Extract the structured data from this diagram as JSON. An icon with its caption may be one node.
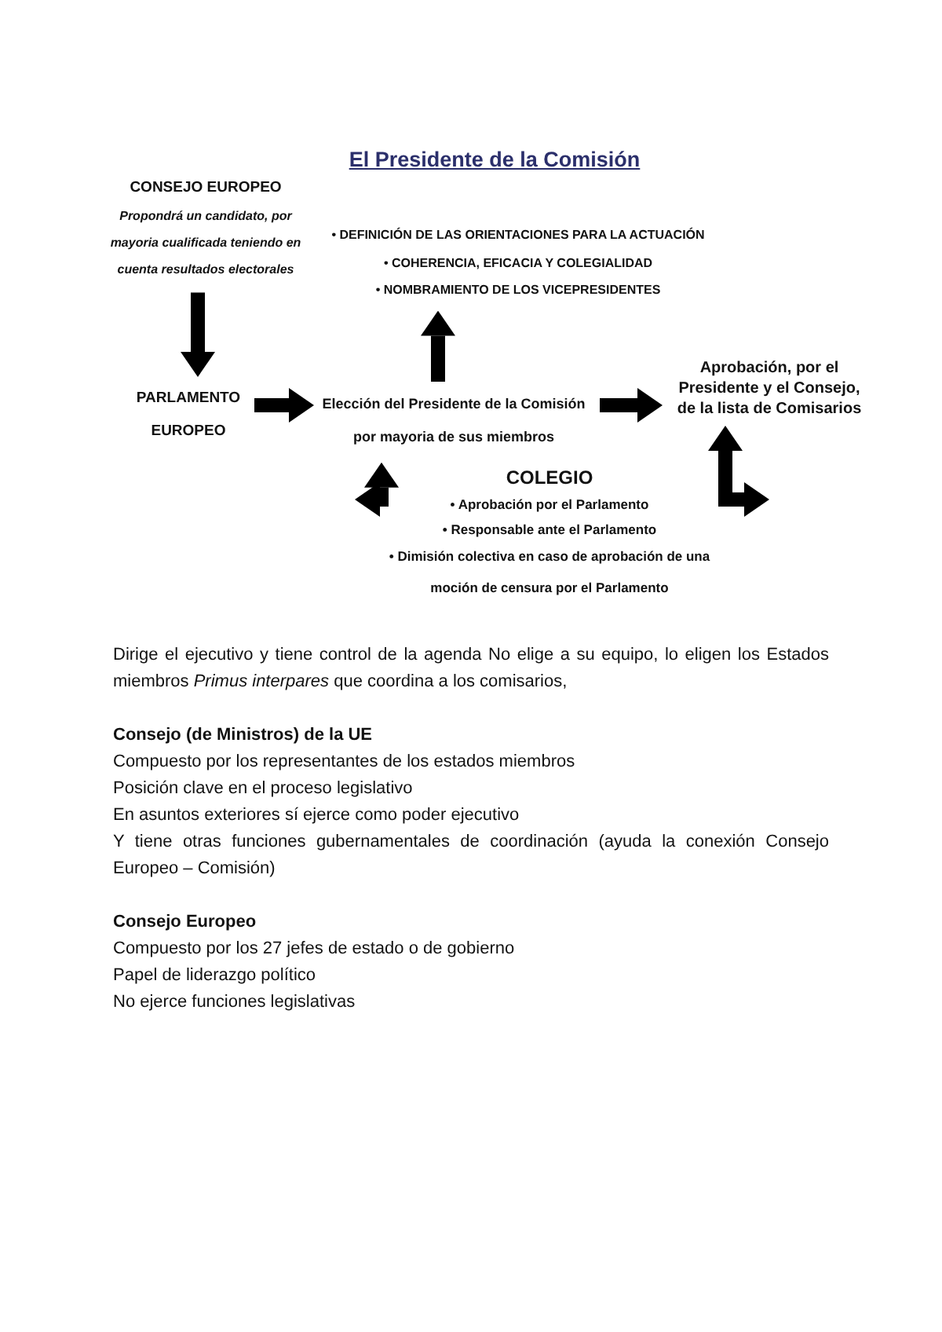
{
  "diagram": {
    "title": "El Presidente de la Comisión",
    "nodes": [
      {
        "text": [
          "CONSEJO EUROPEO",
          "Propondrá un candidato, por mayoria cualificada teniendo en cuenta resultados electorales"
        ]
      },
      {
        "text": [
          "PARLAMENTO EUROPEO"
        ]
      },
      {
        "text": [
          "Elección del Presidente de la Comisión por mayoria de sus miembros"
        ]
      },
      {
        "text": [
          "• DEFINICIÓN DE LAS ORIENTACIONES PARA LA ACTUACIÓN",
          "• COHERENCIA, EFICACIA Y COLEGIALIDAD",
          "• NOMBRAMIENTO DE LOS VICEPRESIDENTES"
        ]
      },
      {
        "text": [
          "Aprobación, por el Presidente y el Consejo, de la lista de Comisarios"
        ]
      },
      {
        "text": [
          "COLEGIO",
          "• Aprobación por el Parlamento",
          "• Responsable ante el Parlamento",
          "• Dimisión colectiva en caso de aprobación de una moción de censura por el Parlamento"
        ]
      }
    ],
    "edges": [
      {
        "from": 0,
        "to": 1,
        "arrow": "to"
      },
      {
        "from": 1,
        "to": 2,
        "arrow": "to"
      },
      {
        "from": 2,
        "to": 3,
        "arrow": "to"
      },
      {
        "from": 2,
        "to": 4,
        "arrow": "to"
      },
      {
        "from": 2,
        "to": 5,
        "arrow": "both"
      },
      {
        "from": 4,
        "to": 5,
        "arrow": "both"
      }
    ],
    "labels": [
      "Dirige el ejecutivo y tiene control de la agenda No elige a su equipo, lo eligen los Estados miembros *Primus interpares* que coordina a los comisarios,",
      "Consejo (de Ministros) de la UE",
      "Compuesto por los representantes de los estados miembros",
      "Posición clave en el proceso legislativo",
      "En asuntos exteriores sí ejerce como poder ejecutivo",
      "Y tiene otras funciones gubernamentales de coordinación (ayuda la conexión Consejo Europeo – Comisión)",
      "Consejo Europeo",
      "Compuesto por los 27 jefes de estado o de gobierno",
      "Papel de liderazgo político",
      "No ejerce funciones legislativas"
    ]
  }
}
